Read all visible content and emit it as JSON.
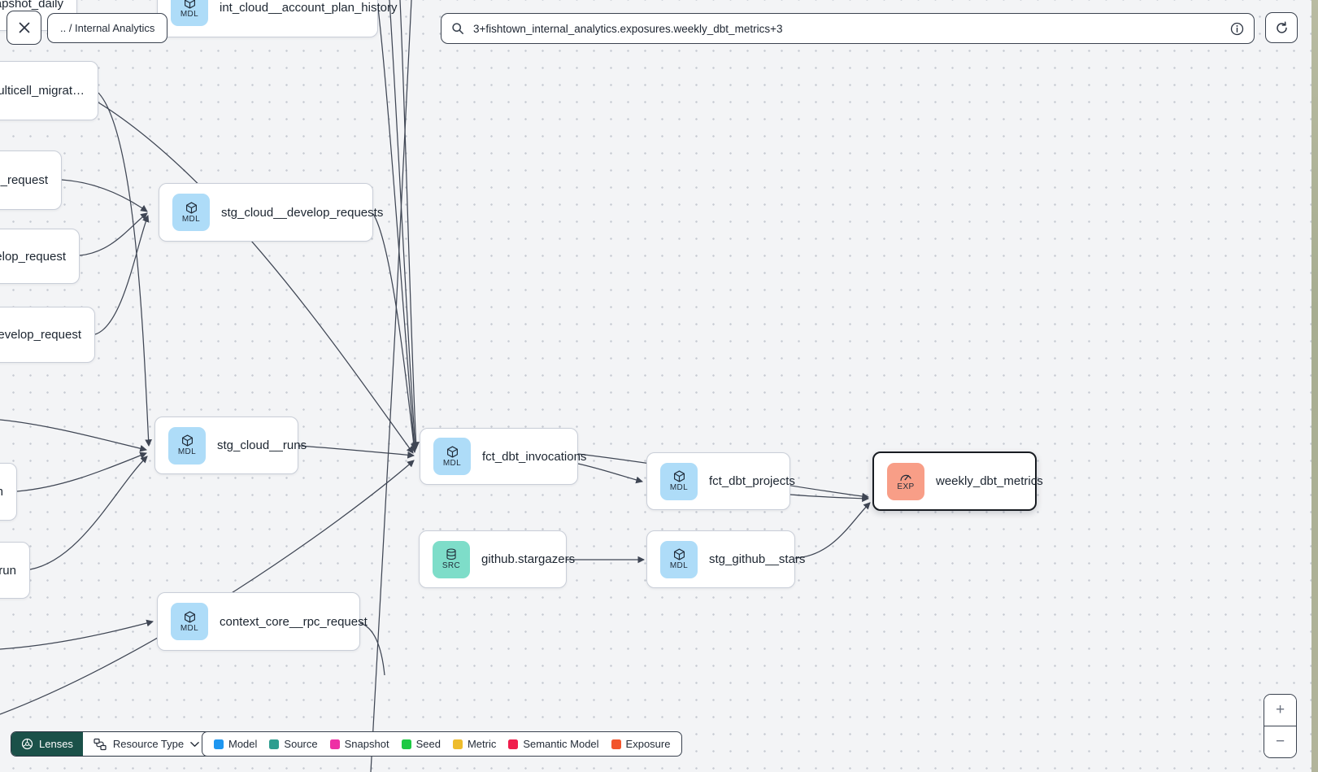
{
  "app": {
    "bg_color": "#f3f4f6",
    "dot_color": "#c6cad2",
    "edge_color": "#3f4654",
    "node_border_color": "#c9ced8",
    "selected_border_color": "#181c22",
    "lenses_bg_color": "#1b5149"
  },
  "topbar": {
    "breadcrumb": ".. / Internal Analytics",
    "search_value": "3+fishtown_internal_analytics.exposures.weekly_dbt_metrics+3",
    "icons": {
      "close": "x",
      "search": "magnifier",
      "info": "info-circle",
      "refresh": "circular-arrow"
    }
  },
  "badges": {
    "MDL": {
      "label": "MDL",
      "bg": "#aedcf8",
      "icon": "cube",
      "type": "model"
    },
    "SRC": {
      "label": "SRC",
      "bg": "#7eddc9",
      "icon": "database",
      "type": "source"
    },
    "EXP": {
      "label": "EXP",
      "bg": "#f89e87",
      "icon": "gauge",
      "type": "exposure"
    }
  },
  "graph": {
    "nodes": [
      {
        "id": "snapshot-daily",
        "label": "snapshot_daily",
        "badge": null,
        "partial": true,
        "selected": false
      },
      {
        "id": "int-cloud-account-plan-history",
        "label": "int_cloud__account_plan_history",
        "badge": "MDL",
        "partial": false,
        "selected": false
      },
      {
        "id": "multicell-migrat",
        "label": "multicell_migrat…",
        "badge": null,
        "partial": true,
        "selected": false
      },
      {
        "id": "p-request",
        "label": "p_request",
        "badge": null,
        "partial": true,
        "selected": false
      },
      {
        "id": "velop-request",
        "label": "velop_request",
        "badge": null,
        "partial": true,
        "selected": false
      },
      {
        "id": "develop-request",
        "label": ".develop_request",
        "badge": null,
        "partial": true,
        "selected": false
      },
      {
        "id": "stg-cloud-develop-requests",
        "label": "stg_cloud__develop_requests",
        "badge": "MDL",
        "partial": false,
        "selected": false
      },
      {
        "id": "stg-cloud-runs",
        "label": "stg_cloud__runs",
        "badge": "MDL",
        "partial": false,
        "selected": false
      },
      {
        "id": "n",
        "label": "n",
        "badge": null,
        "partial": true,
        "selected": false
      },
      {
        "id": "run",
        "label": ".run",
        "badge": null,
        "partial": true,
        "selected": false
      },
      {
        "id": "fct-dbt-invocations",
        "label": "fct_dbt_invocations",
        "badge": "MDL",
        "partial": false,
        "selected": false
      },
      {
        "id": "fct-dbt-projects",
        "label": "fct_dbt_projects",
        "badge": "MDL",
        "partial": false,
        "selected": false
      },
      {
        "id": "weekly-dbt-metrics",
        "label": "weekly_dbt_metrics",
        "badge": "EXP",
        "partial": false,
        "selected": true
      },
      {
        "id": "github-stargazers",
        "label": "github.stargazers",
        "badge": "SRC",
        "partial": false,
        "selected": false
      },
      {
        "id": "stg-github-stars",
        "label": "stg_github__stars",
        "badge": "MDL",
        "partial": false,
        "selected": false
      },
      {
        "id": "context-core-rpc-request",
        "label": "context_core__rpc_request",
        "badge": "MDL",
        "partial": false,
        "selected": false
      }
    ]
  },
  "lenses": {
    "button_label": "Lenses",
    "button_icon": "aperture",
    "dropdown_label": "Resource Type",
    "dropdown_icon": "schema-graph",
    "chevron_icon": "chevron-down"
  },
  "legend": {
    "items": [
      {
        "label": "Model",
        "color": "#1e96f0"
      },
      {
        "label": "Source",
        "color": "#2e9e90"
      },
      {
        "label": "Snapshot",
        "color": "#ee2fa5"
      },
      {
        "label": "Seed",
        "color": "#1dc943"
      },
      {
        "label": "Metric",
        "color": "#eebc2c"
      },
      {
        "label": "Semantic Model",
        "color": "#f01d4c"
      },
      {
        "label": "Exposure",
        "color": "#f2552c"
      }
    ]
  },
  "zoom_controls": {
    "zoom_in": "+",
    "zoom_out": "−"
  }
}
